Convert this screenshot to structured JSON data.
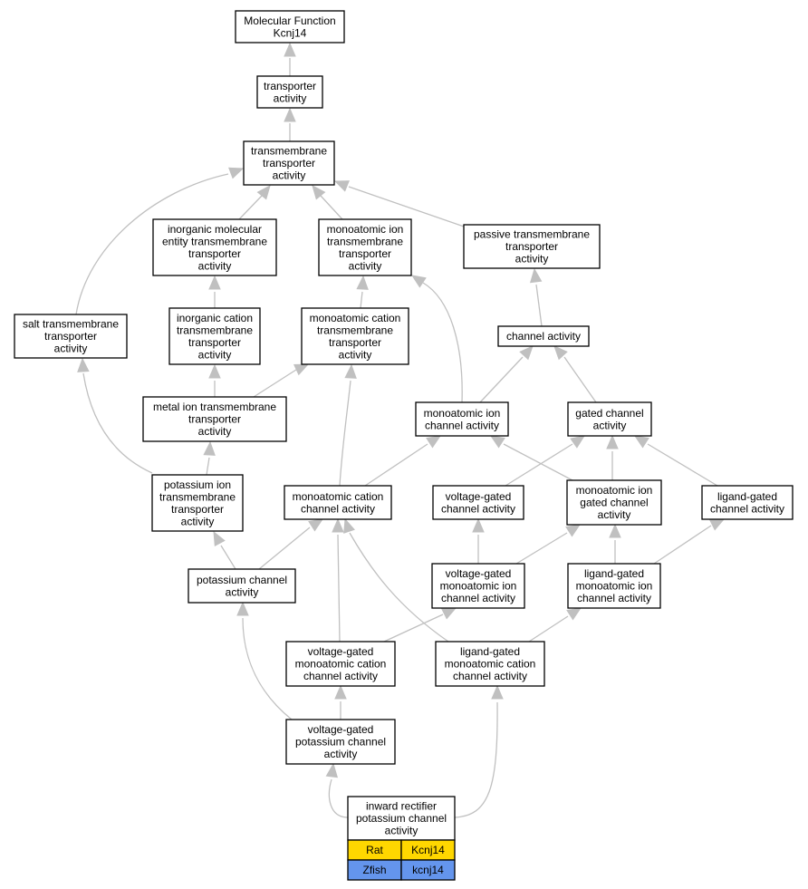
{
  "colors": {
    "edge": "#c0c0c0",
    "rat_row": "#ffd700",
    "zfish_row": "#6495ed"
  },
  "nodes": {
    "mf": [
      "Molecular Function",
      "Kcnj14"
    ],
    "transporter": [
      "transporter",
      "activity"
    ],
    "tm_transporter": [
      "transmembrane",
      "transporter",
      "activity"
    ],
    "inorganic_mol": [
      "inorganic molecular",
      "entity transmembrane",
      "transporter",
      "activity"
    ],
    "monoatomic_ion_tm": [
      "monoatomic ion",
      "transmembrane",
      "transporter",
      "activity"
    ],
    "passive_tm": [
      "passive transmembrane",
      "transporter",
      "activity"
    ],
    "salt_tm": [
      "salt transmembrane",
      "transporter",
      "activity"
    ],
    "inorganic_cation": [
      "inorganic cation",
      "transmembrane",
      "transporter",
      "activity"
    ],
    "monoatomic_cation_tm": [
      "monoatomic cation",
      "transmembrane",
      "transporter",
      "activity"
    ],
    "channel": [
      "channel activity"
    ],
    "metal_ion": [
      "metal ion transmembrane",
      "transporter",
      "activity"
    ],
    "monoatomic_ion_channel": [
      "monoatomic ion",
      "channel activity"
    ],
    "gated_channel": [
      "gated channel",
      "activity"
    ],
    "potassium_ion_tm": [
      "potassium ion",
      "transmembrane",
      "transporter",
      "activity"
    ],
    "monoatomic_cation_channel": [
      "monoatomic cation",
      "channel activity"
    ],
    "voltage_gated_channel": [
      "voltage-gated",
      "channel activity"
    ],
    "monoatomic_ion_gated": [
      "monoatomic ion",
      "gated channel",
      "activity"
    ],
    "ligand_gated_channel": [
      "ligand-gated",
      "channel activity"
    ],
    "potassium_channel": [
      "potassium channel",
      "activity"
    ],
    "vg_monoatomic_ion": [
      "voltage-gated",
      "monoatomic ion",
      "channel activity"
    ],
    "lg_monoatomic_ion": [
      "ligand-gated",
      "monoatomic ion",
      "channel activity"
    ],
    "vg_monoatomic_cation": [
      "voltage-gated",
      "monoatomic cation",
      "channel activity"
    ],
    "lg_monoatomic_cation": [
      "ligand-gated",
      "monoatomic cation",
      "channel activity"
    ],
    "vg_potassium": [
      "voltage-gated",
      "potassium channel",
      "activity"
    ],
    "inward_rectifier": [
      "inward rectifier",
      "potassium channel",
      "activity"
    ]
  },
  "annotations": [
    {
      "species": "Rat",
      "gene": "Kcnj14",
      "color": "#ffd700"
    },
    {
      "species": "Zfish",
      "gene": "kcnj14",
      "color": "#6495ed"
    }
  ]
}
